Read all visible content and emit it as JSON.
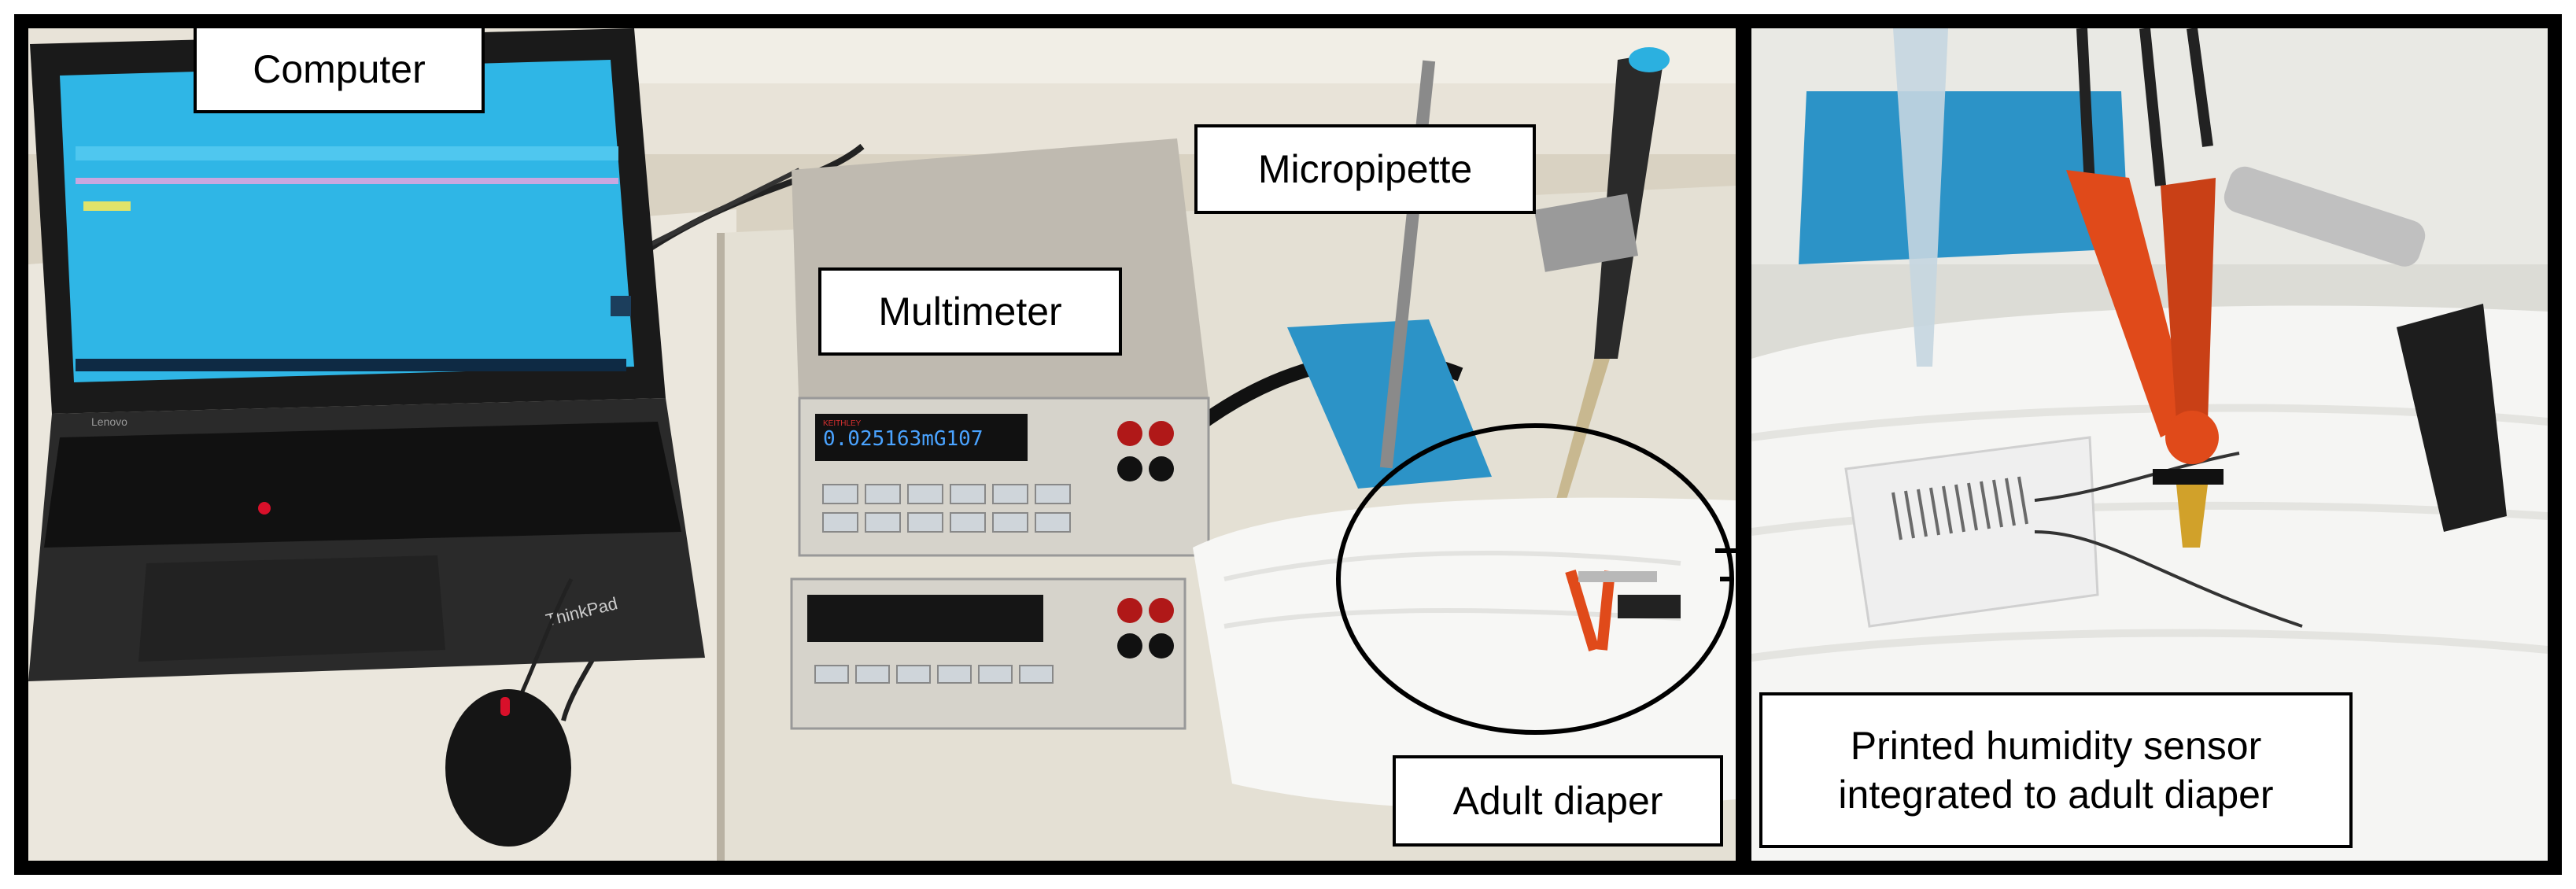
{
  "labels": {
    "computer": "Computer",
    "micropipette": "Micropipette",
    "multimeter": "Multimeter",
    "adult_diaper": "Adult diaper",
    "sensor_line1": "Printed humidity sensor",
    "sensor_line2": "integrated to adult diaper"
  },
  "instrument": {
    "display_reading": "0.025163mG107",
    "brand": "KEITHLEY"
  },
  "laptop": {
    "brand": "ThinkPad",
    "vendor": "Lenovo"
  },
  "colors": {
    "frame": "#000000",
    "label_bg": "#ffffff",
    "screen": "#2fb6e6",
    "bench": "#e6e2d8",
    "wall": "#d8d1c0",
    "clip": "#e04a1a",
    "blue_plate": "#2c93c7"
  }
}
